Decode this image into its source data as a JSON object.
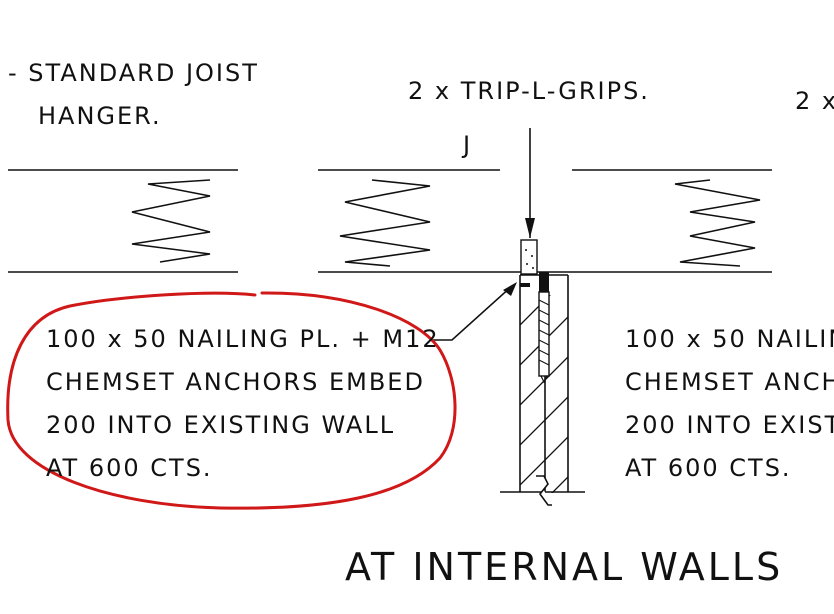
{
  "notes": {
    "hanger": [
      "- STANDARD JOIST",
      "HANGER."
    ],
    "trip_grips": "2 x TRIP-L-GRIPS.",
    "trip_grips_partial": "2 x",
    "joist_marker": "J",
    "nailing_plate_left": [
      "100 x 50 NAILING PL. + M12",
      "CHEMSET ANCHORS EMBED",
      "200 INTO EXISTING WALL",
      "AT 600 CTS."
    ],
    "nailing_plate_right": [
      "100 x 50 NAILIN",
      "CHEMSET ANCHO",
      "200 INTO EXISTI",
      "AT 600 CTS."
    ]
  },
  "title": "AT INTERNAL WALLS",
  "colors": {
    "ink": "#111111",
    "markup": "#d01818"
  }
}
